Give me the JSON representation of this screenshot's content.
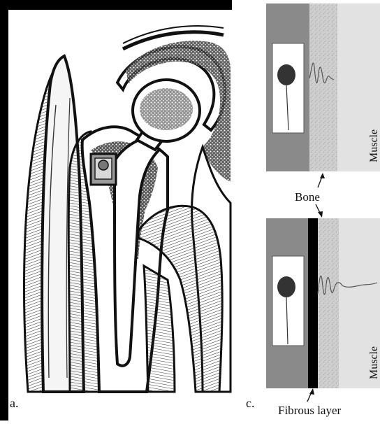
{
  "panels": {
    "a": {
      "label": "a."
    },
    "c": {
      "label": "c."
    }
  },
  "labels": {
    "muscle_top": "Muscle",
    "muscle_bottom": "Muscle",
    "bone": "Bone",
    "fibrous_layer": "Fibrous layer"
  },
  "colors": {
    "background": "#ffffff",
    "frame": "#000000",
    "implant_gray": "#8a8a8a",
    "bone_texture": "#c8c8c8",
    "muscle_gray": "#e2e2e2",
    "fibrous": "#000000",
    "ink": "#111111"
  }
}
